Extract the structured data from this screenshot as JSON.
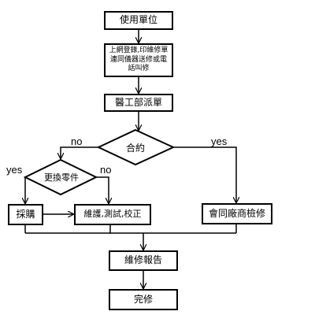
{
  "nodes": {
    "user_unit": "使用單位",
    "register": "上網登錄,印維修單連同儀器送修或電話叫修",
    "dispatch": "醫工部派單",
    "contract": "合約",
    "replace_parts": "更換零件",
    "purchase": "採購",
    "maintain_test_calibrate": "維護,測試,校正",
    "vendor_inspect": "會同廠商檢修",
    "report": "維修報告",
    "complete": "完修"
  },
  "edge_labels": {
    "contract_no": "no",
    "contract_yes": "yes",
    "replace_yes": "yes",
    "replace_no": "no"
  }
}
